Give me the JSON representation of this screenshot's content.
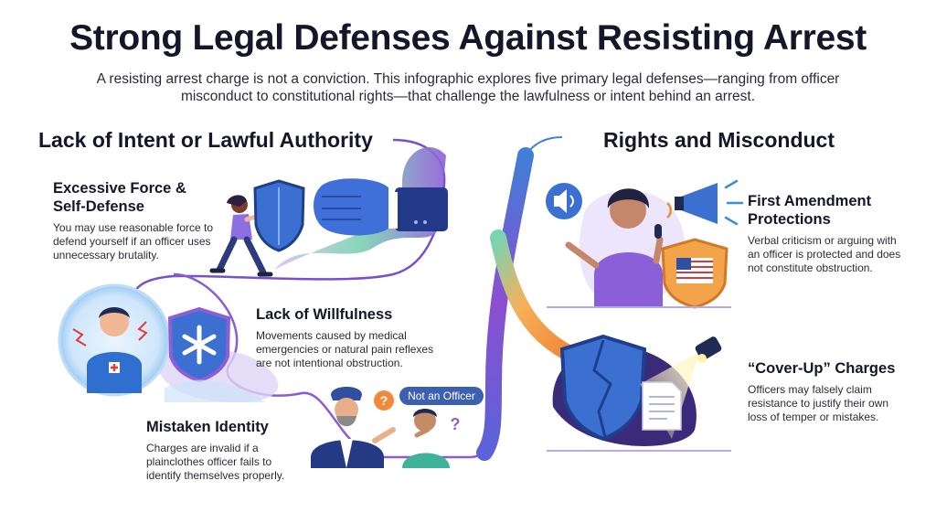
{
  "page": {
    "title": "Strong Legal Defenses Against Resisting Arrest",
    "subtitle": "A resisting arrest charge is not a conviction. This infographic explores five primary legal defenses—ranging from officer misconduct to constitutional rights—that challenge the lawfulness or intent behind an arrest."
  },
  "sections": {
    "left": "Lack of Intent or Lawful Authority",
    "right": "Rights and Misconduct"
  },
  "items": [
    {
      "title_line1": "Excessive Force &",
      "title_line2": "Self-Defense",
      "body": "You may use reasonable force to defend yourself if an officer uses unnecessary brutality."
    },
    {
      "title_line1": "Lack of Willfulness",
      "title_line2": "",
      "body": "Movements caused by medical emergencies or natural pain reflexes are not intentional obstruction."
    },
    {
      "title_line1": "Mistaken Identity",
      "title_line2": "",
      "body": "Charges are invalid if a plainclothes officer fails to identify themselves properly."
    },
    {
      "title_line1": "First Amendment",
      "title_line2": "Protections",
      "body": "Verbal criticism or arguing with an officer is protected and does not constitute obstruction."
    },
    {
      "title_line1": "“Cover-Up” Charges",
      "title_line2": "",
      "body": "Officers may falsely claim resistance to justify their own loss of temper or mistakes."
    }
  ],
  "badge": {
    "label": "Not an Officer"
  },
  "colors": {
    "path_blue": "#3f7fd8",
    "path_purple": "#8a4fd0",
    "path_orange": "#f39a3a",
    "shield_blue": "#3b6fd0",
    "dark_navy": "#1f2a55"
  },
  "icons": [
    "person-pushing-icon",
    "shield-icon",
    "fist-icon",
    "pained-person-icon",
    "medical-shield-icon",
    "officer-icon",
    "confused-person-icon",
    "question-icon",
    "speaker-icon",
    "megaphone-icon",
    "speaking-woman-icon",
    "flag-shield-icon",
    "broken-shield-icon",
    "document-icon",
    "spotlight-icon"
  ]
}
